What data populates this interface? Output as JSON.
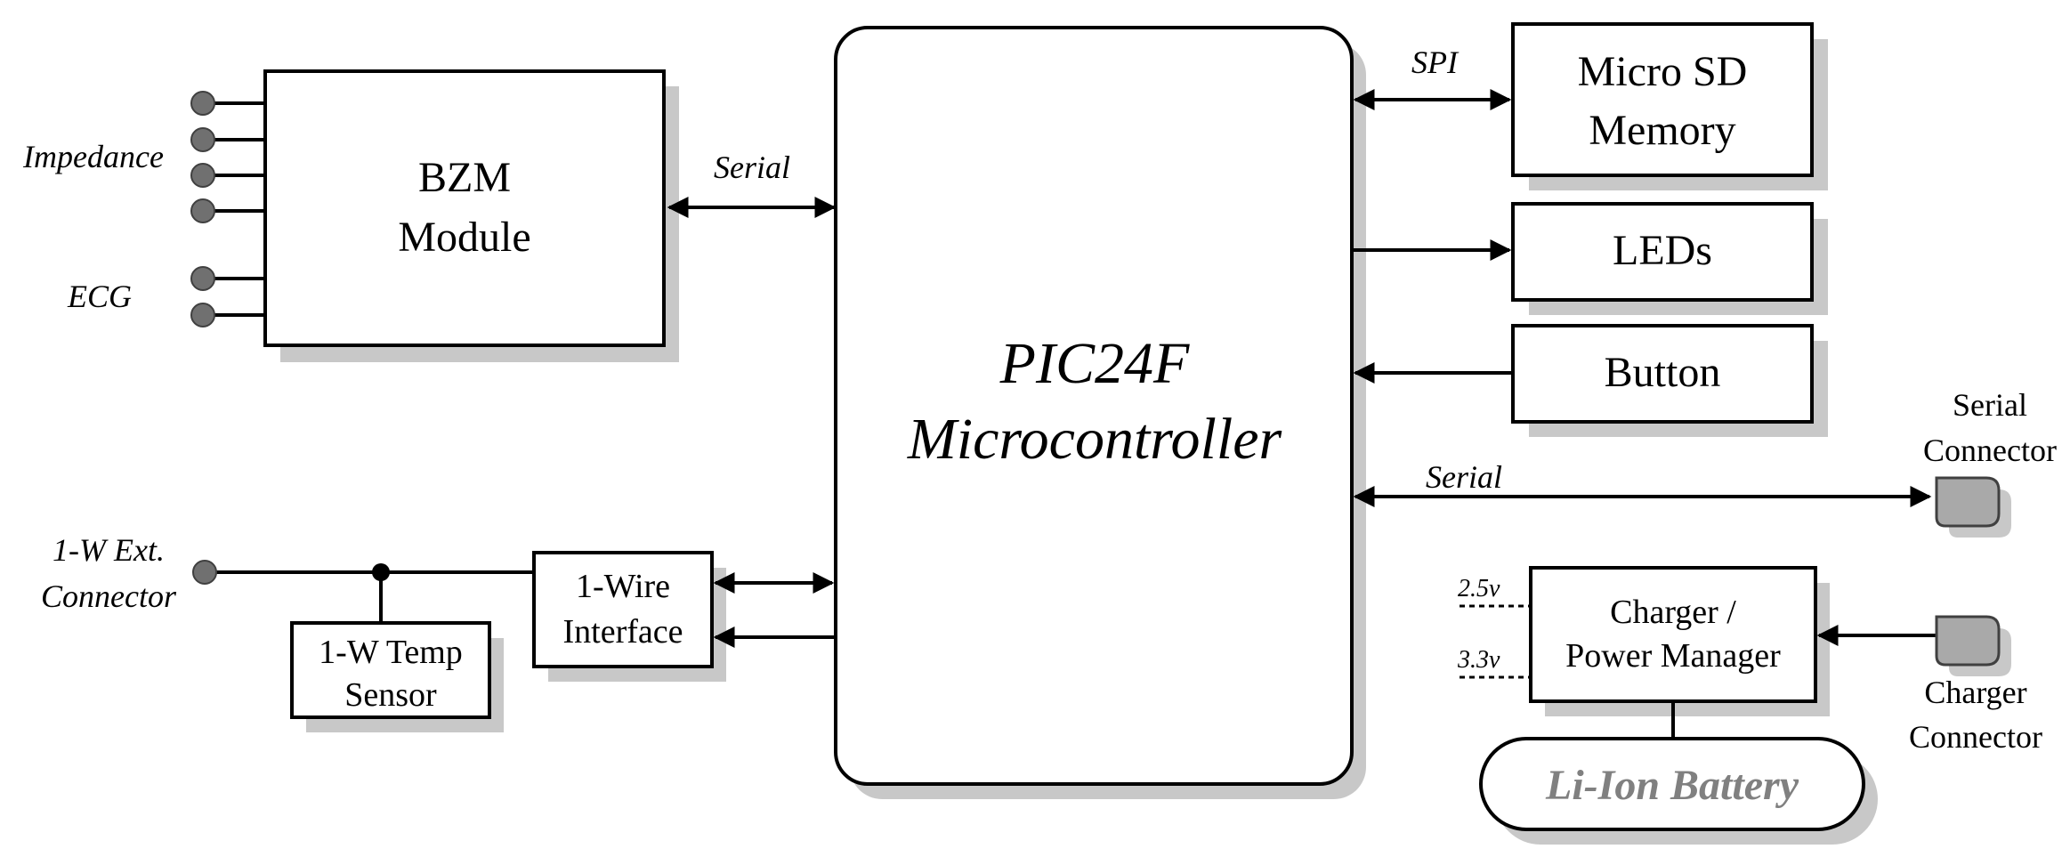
{
  "diagram": {
    "bzm_line1": "BZM",
    "bzm_line2": "Module",
    "mcu_line1": "PIC24F",
    "mcu_line2": "Microcontroller",
    "sd_line1": "Micro SD",
    "sd_line2": "Memory",
    "leds": "LEDs",
    "button": "Button",
    "onewire_line1": "1-Wire",
    "onewire_line2": "Interface",
    "temp_line1": "1-W Temp",
    "temp_line2": "Sensor",
    "charger_line1": "Charger /",
    "charger_line2": "Power Manager",
    "battery": "Li-Ion Battery",
    "impedance_label": "Impedance",
    "ecg_label": "ECG",
    "serial_label_left": "Serial",
    "spi_label": "SPI",
    "serial_label_right": "Serial",
    "ext_conn_line1": "1-W Ext.",
    "ext_conn_line2": "Connector",
    "serial_conn_line1": "Serial",
    "serial_conn_line2": "Connector",
    "charger_conn_line1": "Charger",
    "charger_conn_line2": "Connector",
    "v25": "2.5v",
    "v33": "3.3v"
  },
  "colors": {
    "line": "#000000",
    "shadow": "#c8c8c8",
    "pin": "#707070",
    "battery_text": "#808080",
    "connector": "#a9a9a9"
  }
}
